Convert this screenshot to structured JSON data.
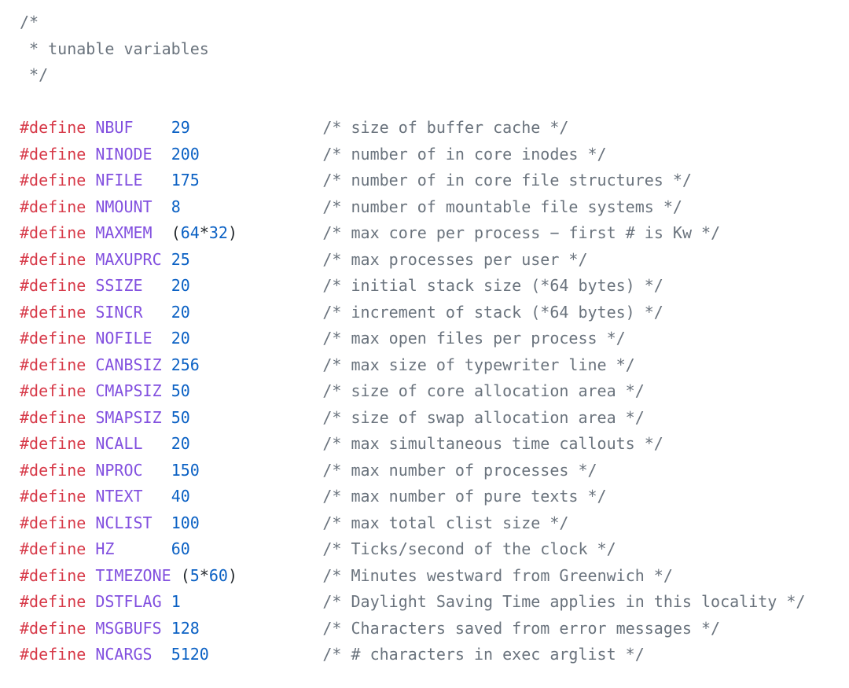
{
  "syntax_colors": {
    "background": "#ffffff",
    "keyword_red": "#d73a49",
    "identifier_purple": "#8250df",
    "number_blue": "#0b61c4",
    "comment_gray": "#6a737d",
    "punctuation_dark": "#24292e"
  },
  "code": {
    "language": "c",
    "header_comment_lines": [
      "/*",
      " * tunable variables",
      " */"
    ],
    "defines": [
      {
        "directive": "#define",
        "name": "NBUF",
        "value": "29",
        "comment": "/* size of buffer cache */"
      },
      {
        "directive": "#define",
        "name": "NINODE",
        "value": "200",
        "comment": "/* number of in core inodes */"
      },
      {
        "directive": "#define",
        "name": "NFILE",
        "value": "175",
        "comment": "/* number of in core file structures */"
      },
      {
        "directive": "#define",
        "name": "NMOUNT",
        "value": "8",
        "comment": "/* number of mountable file systems */"
      },
      {
        "directive": "#define",
        "name": "MAXMEM",
        "value": "(64*32)",
        "comment": "/* max core per process − first # is Kw */"
      },
      {
        "directive": "#define",
        "name": "MAXUPRC",
        "value": "25",
        "comment": "/* max processes per user */"
      },
      {
        "directive": "#define",
        "name": "SSIZE",
        "value": "20",
        "comment": "/* initial stack size (*64 bytes) */"
      },
      {
        "directive": "#define",
        "name": "SINCR",
        "value": "20",
        "comment": "/* increment of stack (*64 bytes) */"
      },
      {
        "directive": "#define",
        "name": "NOFILE",
        "value": "20",
        "comment": "/* max open files per process */"
      },
      {
        "directive": "#define",
        "name": "CANBSIZ",
        "value": "256",
        "comment": "/* max size of typewriter line */"
      },
      {
        "directive": "#define",
        "name": "CMAPSIZ",
        "value": "50",
        "comment": "/* size of core allocation area */"
      },
      {
        "directive": "#define",
        "name": "SMAPSIZ",
        "value": "50",
        "comment": "/* size of swap allocation area */"
      },
      {
        "directive": "#define",
        "name": "NCALL",
        "value": "20",
        "comment": "/* max simultaneous time callouts */"
      },
      {
        "directive": "#define",
        "name": "NPROC",
        "value": "150",
        "comment": "/* max number of processes */"
      },
      {
        "directive": "#define",
        "name": "NTEXT",
        "value": "40",
        "comment": "/* max number of pure texts */"
      },
      {
        "directive": "#define",
        "name": "NCLIST",
        "value": "100",
        "comment": "/* max total clist size */"
      },
      {
        "directive": "#define",
        "name": "HZ",
        "value": "60",
        "comment": "/* Ticks/second of the clock */"
      },
      {
        "directive": "#define",
        "name": "TIMEZONE",
        "value": "(5*60)",
        "comment": "/* Minutes westward from Greenwich */"
      },
      {
        "directive": "#define",
        "name": "DSTFLAG",
        "value": "1",
        "comment": "/* Daylight Saving Time applies in this locality */"
      },
      {
        "directive": "#define",
        "name": "MSGBUFS",
        "value": "128",
        "comment": "/* Characters saved from error messages */"
      },
      {
        "directive": "#define",
        "name": "NCARGS",
        "value": "5120",
        "comment": "/* # characters in exec arglist */"
      }
    ],
    "layout": {
      "name_column": 8,
      "value_column": 16,
      "comment_column": 32
    }
  }
}
